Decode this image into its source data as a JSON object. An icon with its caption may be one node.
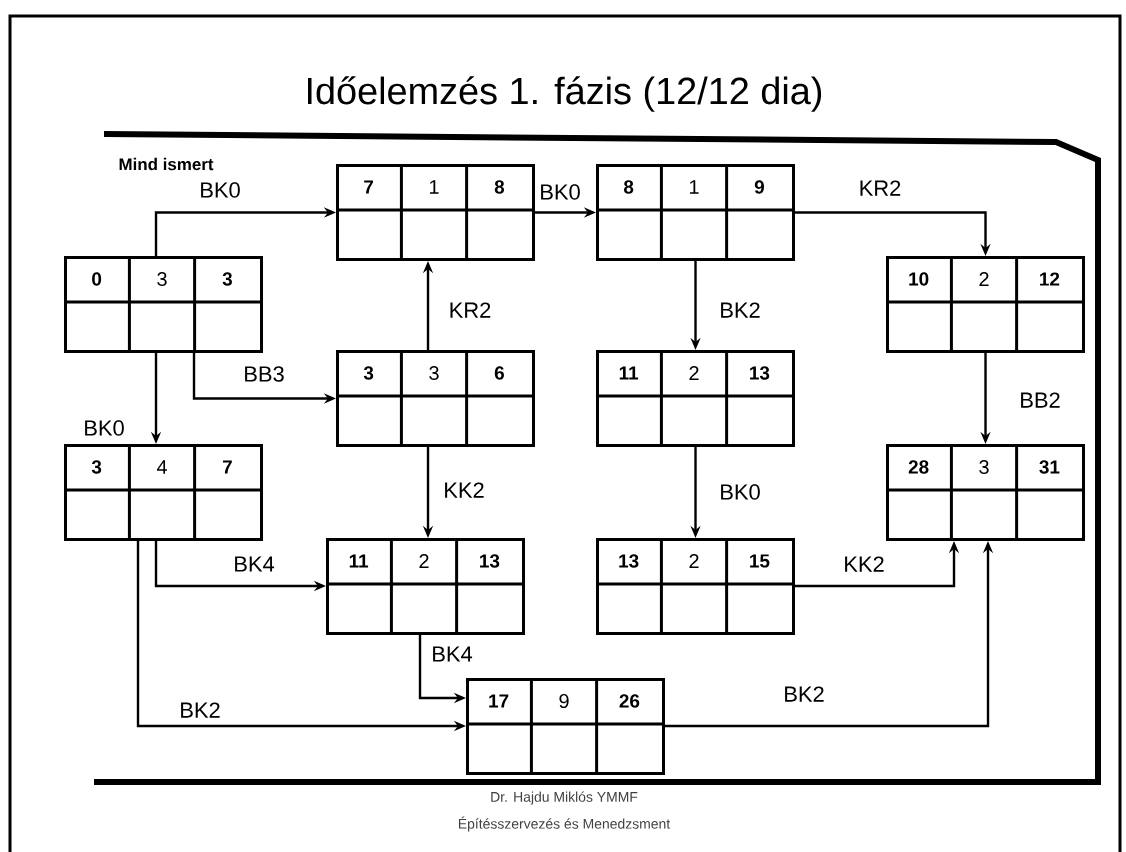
{
  "diagram": {
    "title": "Időelemzés 1. fázis (12/12 dia)",
    "nodes": [
      {
        "text": [
          "0",
          "3",
          "3"
        ]
      },
      {
        "text": [
          "7",
          "1",
          "8"
        ]
      },
      {
        "text": [
          "8",
          "1",
          "9"
        ]
      },
      {
        "text": [
          "10",
          "2",
          "12"
        ]
      },
      {
        "text": [
          "3",
          "3",
          "6"
        ]
      },
      {
        "text": [
          "11",
          "2",
          "13"
        ]
      },
      {
        "text": [
          "3",
          "4",
          "7"
        ]
      },
      {
        "text": [
          "11",
          "2",
          "13"
        ]
      },
      {
        "text": [
          "13",
          "2",
          "15"
        ]
      },
      {
        "text": [
          "28",
          "3",
          "31"
        ]
      },
      {
        "text": [
          "17",
          "9",
          "26"
        ]
      }
    ],
    "edges": [
      {
        "from": 0,
        "to": 1,
        "arrow": "to",
        "label": "BK0"
      },
      {
        "from": 0,
        "to": 6,
        "arrow": "to",
        "label": "BK0"
      },
      {
        "from": 0,
        "to": 4,
        "arrow": "to",
        "label": "BB3"
      },
      {
        "from": 4,
        "to": 1,
        "arrow": "to",
        "label": "KR2"
      },
      {
        "from": 1,
        "to": 2,
        "arrow": "to",
        "label": "BK0"
      },
      {
        "from": 2,
        "to": 3,
        "arrow": "to",
        "label": "KR2"
      },
      {
        "from": 2,
        "to": 5,
        "arrow": "to",
        "label": "BK2"
      },
      {
        "from": 3,
        "to": 9,
        "arrow": "to",
        "label": "BB2"
      },
      {
        "from": 4,
        "to": 7,
        "arrow": "to",
        "label": "KK2"
      },
      {
        "from": 5,
        "to": 8,
        "arrow": "to",
        "label": "BK0"
      },
      {
        "from": 6,
        "to": 7,
        "arrow": "to",
        "label": "BK4"
      },
      {
        "from": 6,
        "to": 10,
        "arrow": "to",
        "label": "BK2"
      },
      {
        "from": 7,
        "to": 10,
        "arrow": "to",
        "label": "BK4"
      },
      {
        "from": 8,
        "to": 9,
        "arrow": "to",
        "label": "KK2"
      },
      {
        "from": 10,
        "to": 9,
        "arrow": "to",
        "label": "BK2"
      }
    ],
    "labels": [
      "Mind ismert",
      "Dr. Hajdu Miklós YMMF",
      "Építésszervezés és Menedzsment"
    ]
  }
}
